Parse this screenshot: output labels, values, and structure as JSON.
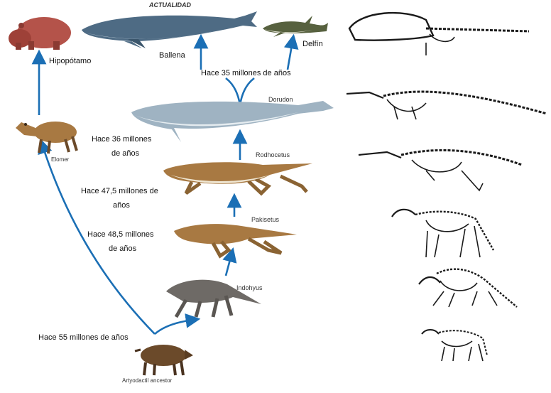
{
  "header": {
    "title": "ACTUALIDAD"
  },
  "species": {
    "hippo": "Hipopótamo",
    "whale": "Ballena",
    "dolphin": "Delfín",
    "dorudon": "Dorudon",
    "elomer": "Elomer",
    "rodhocetus": "Rodhocetus",
    "pakisetus": "Pakisetus",
    "indohyus": "Indohyus",
    "ancestor": "Artyodactil ancestor"
  },
  "times": {
    "t35": "Hace 35 millones de años",
    "t36_a": "Hace 36 millones",
    "t36_b": "de años",
    "t475_a": "Hace 47,5 millones de",
    "t475_b": "años",
    "t485_a": "Hace 48,5 millones",
    "t485_b": "de años",
    "t55": "Hace 55 millones de años"
  },
  "colors": {
    "arrow": "#1b6fb5",
    "whale_body": "#4e6b84",
    "whale_belly": "#d8e3ea",
    "dorudon": "#9fb3c2",
    "brown": "#a87942",
    "brown_dark": "#6b4a2a",
    "gray_animal": "#6e6a66",
    "hippo": "#b4534a",
    "dolphin": "#57613f",
    "skeleton": "#1a1a1a"
  }
}
